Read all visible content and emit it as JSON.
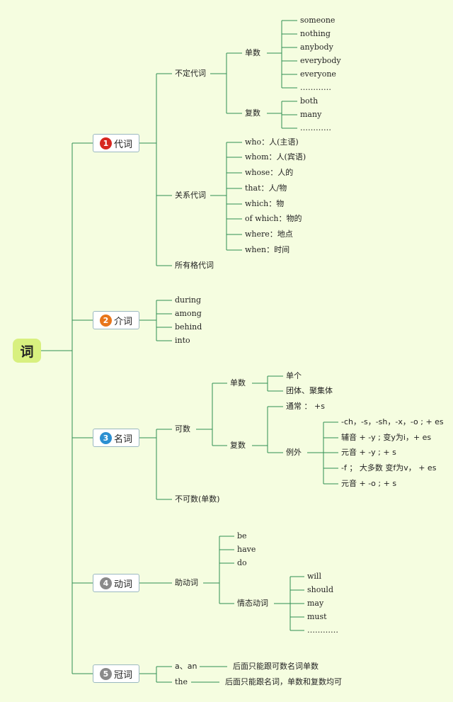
{
  "root": "词",
  "colors": {
    "line": "#2f8f52",
    "badge_1": "#d7261f",
    "badge_2": "#e8761a",
    "badge_3": "#2b8fd1",
    "badge_4": "#8a8a8a",
    "badge_5": "#8a8a8a"
  },
  "cat1": {
    "num": "1",
    "label": "代词"
  },
  "cat2": {
    "num": "2",
    "label": "介词"
  },
  "cat3": {
    "num": "3",
    "label": "名词"
  },
  "cat4": {
    "num": "4",
    "label": "动词"
  },
  "cat5": {
    "num": "5",
    "label": "冠词"
  },
  "pron": {
    "indef": "不定代词",
    "singular": "单数",
    "singular_items": [
      "someone",
      "nothing",
      "anybody",
      "everybody",
      "everyone",
      "…………"
    ],
    "plural": "复数",
    "plural_items": [
      "both",
      "many",
      "…………"
    ],
    "relative": "关系代词",
    "relative_items": [
      "who：人(主语)",
      "whom：人(宾语)",
      "whose：人的",
      "that：人/物",
      "which：物",
      "of which：物的",
      "where：地点",
      "when：时间"
    ],
    "possessive": "所有格代词"
  },
  "prep": {
    "items": [
      "during",
      "among",
      "behind",
      "into"
    ]
  },
  "noun": {
    "countable": "可数",
    "singular": "单数",
    "singular_items": [
      "单个",
      "团体、聚集体"
    ],
    "plural": "复数",
    "usual": "通常 ： +s",
    "exception": "例外",
    "exception_items": [
      "-ch，-s，-sh，-x，-o ; + es",
      "辅音 + -y ; 变y为i，+ es",
      "元音 + -y ; + s",
      "-f ； 大多数 变f为v， + es",
      "元音 + -o ; + s"
    ],
    "uncountable": "不可数(单数)"
  },
  "verb": {
    "aux": "助动词",
    "aux_items": [
      "be",
      "have",
      "do"
    ],
    "modal": "情态动词",
    "modal_items": [
      "will",
      "should",
      "may",
      "must",
      "…………"
    ]
  },
  "article": {
    "a_an": "a、an",
    "a_an_note": "后面只能跟可数名词单数",
    "the": "the",
    "the_note": "后面只能跟名词，单数和复数均可"
  }
}
